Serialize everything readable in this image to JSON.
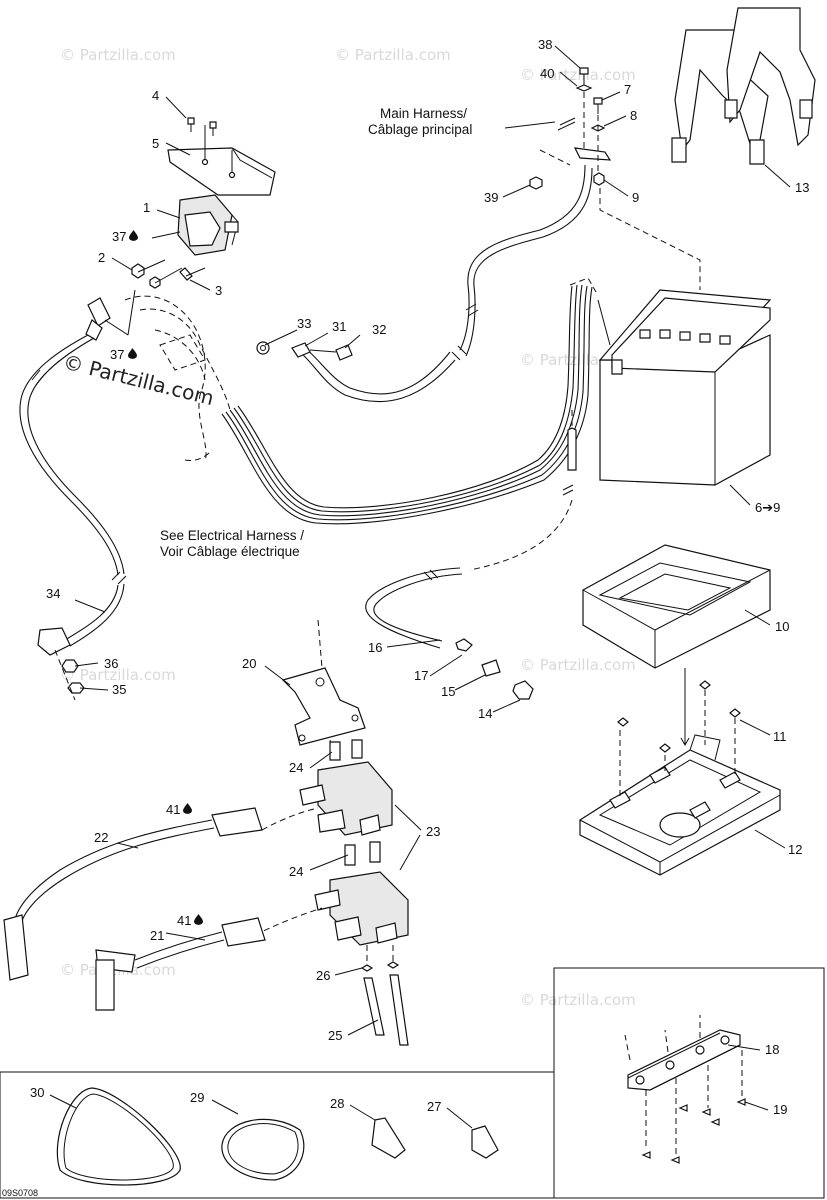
{
  "watermark": {
    "text": "© Partzilla.com",
    "main_text": "© Partzilla.com"
  },
  "drawing_code": "09S0708",
  "captions": {
    "main_harness_line1": "Main Harness/",
    "main_harness_line2": "Câblage principal",
    "see_harness_line1": "See Electrical Harness /",
    "see_harness_line2": "Voir Câblage électrique"
  },
  "callouts": {
    "c1": "1",
    "c2": "2",
    "c3": "3",
    "c4": "4",
    "c5": "5",
    "c6_9": "6➔9",
    "c7": "7",
    "c8": "8",
    "c9": "9",
    "c10": "10",
    "c11": "11",
    "c12": "12",
    "c13": "13",
    "c14": "14",
    "c15": "15",
    "c16": "16",
    "c17": "17",
    "c18": "18",
    "c19": "19",
    "c20": "20",
    "c21": "21",
    "c22": "22",
    "c23": "23",
    "c24a": "24",
    "c24b": "24",
    "c25": "25",
    "c26": "26",
    "c27": "27",
    "c28": "28",
    "c29": "29",
    "c30": "30",
    "c31": "31",
    "c32": "32",
    "c33": "33",
    "c34": "34",
    "c35": "35",
    "c36": "36",
    "c37a": "37",
    "c37b": "37",
    "c38": "38",
    "c39": "39",
    "c40": "40",
    "c41a": "41",
    "c41b": "41"
  },
  "icons": {
    "lubricant": "oil-drop-icon"
  }
}
